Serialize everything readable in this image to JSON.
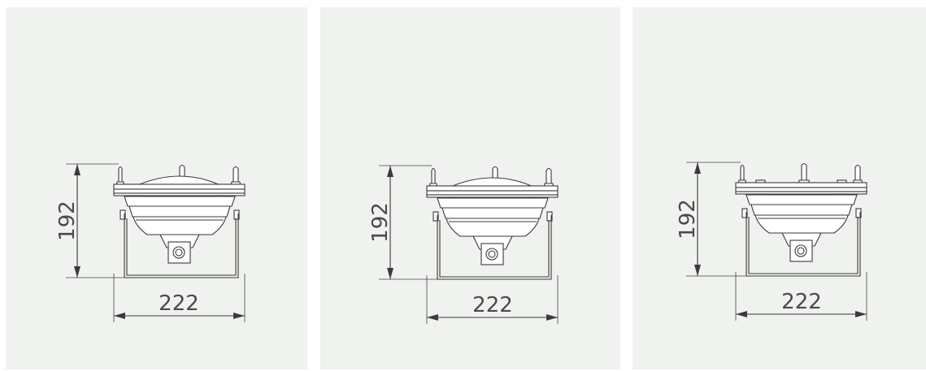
{
  "drawings": [
    {
      "id": "variant-1",
      "height_label": "192",
      "width_label": "222",
      "top_style": "dome"
    },
    {
      "id": "variant-2",
      "height_label": "192",
      "width_label": "222",
      "top_style": "dome"
    },
    {
      "id": "variant-3",
      "height_label": "192",
      "width_label": "222",
      "top_style": "flat"
    }
  ],
  "colors": {
    "panel_bg": "#eff2ee",
    "line": "#3a3a3a",
    "label": "#4a4a4a"
  }
}
